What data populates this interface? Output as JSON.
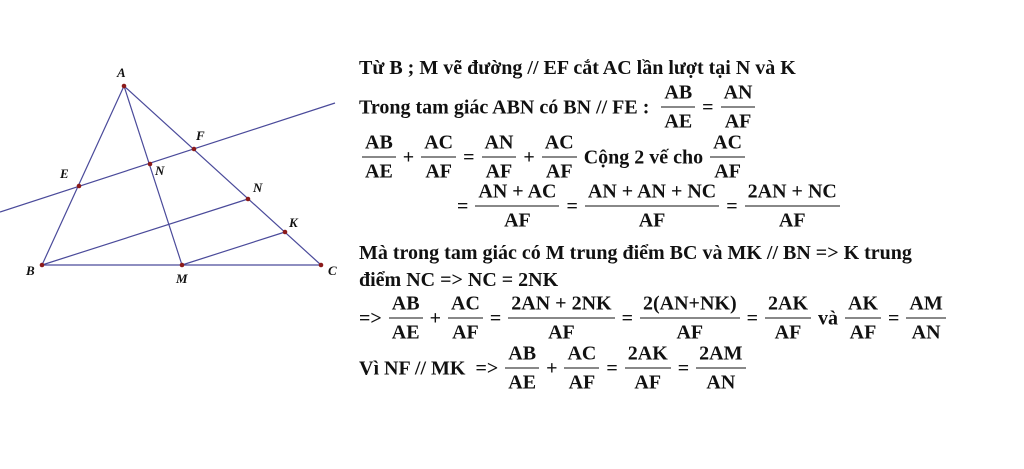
{
  "colors": {
    "line": "#4a4a9a",
    "point": "#8b1a1a"
  },
  "diagram": {
    "labels": {
      "A": "A",
      "B": "B",
      "C": "C",
      "E": "E",
      "F": "F",
      "N1": "N",
      "N2": "N",
      "K": "K",
      "M": "M"
    }
  },
  "lines": [
    [
      {
        "t": "Từ B ; M vẽ đường // EF cắt AC lần lượt tại N và K"
      }
    ],
    [
      {
        "t": "Trong tam giác ABN có BN // FE : "
      },
      {
        "n": "AB",
        "d": "AE"
      },
      {
        "t": "="
      },
      {
        "n": "AN",
        "d": "AF"
      }
    ],
    [
      {
        "n": "AB",
        "d": "AE"
      },
      {
        "t": "+"
      },
      {
        "n": "AC",
        "d": "AF"
      },
      {
        "t": "="
      },
      {
        "n": "AN",
        "d": "AF"
      },
      {
        "t": "+"
      },
      {
        "n": "AC",
        "d": "AF"
      },
      {
        "t": "Cộng 2 vế cho"
      },
      {
        "n": "AC",
        "d": "AF"
      }
    ],
    [
      {
        "t": "="
      },
      {
        "n": "AN + AC",
        "d": "AF"
      },
      {
        "t": "="
      },
      {
        "n": "AN + AN + NC",
        "d": "AF"
      },
      {
        "t": "="
      },
      {
        "n": "2AN + NC",
        "d": "AF"
      }
    ],
    [
      {
        "t": "Mà trong tam giác có M trung điểm BC và MK // BN => K trung"
      }
    ],
    [
      {
        "t": "điểm NC => NC = 2NK"
      }
    ],
    [
      {
        "t": "=>"
      },
      {
        "n": "AB",
        "d": "AE"
      },
      {
        "t": "+"
      },
      {
        "n": "AC",
        "d": "AF"
      },
      {
        "t": "="
      },
      {
        "n": "2AN + 2NK",
        "d": "AF"
      },
      {
        "t": "="
      },
      {
        "n": "2(AN+NK)",
        "d": "AF"
      },
      {
        "t": "="
      },
      {
        "n": "2AK",
        "d": "AF"
      },
      {
        "t": "và"
      },
      {
        "n": "AK",
        "d": "AF"
      },
      {
        "t": "="
      },
      {
        "n": "AM",
        "d": "AN"
      }
    ],
    [
      {
        "t": "Vì NF // MK  =>"
      },
      {
        "n": "AB",
        "d": "AE"
      },
      {
        "t": "+"
      },
      {
        "n": "AC",
        "d": "AF"
      },
      {
        "t": "="
      },
      {
        "n": "2AK",
        "d": "AF"
      },
      {
        "t": "="
      },
      {
        "n": "2AM",
        "d": "AN"
      }
    ]
  ]
}
